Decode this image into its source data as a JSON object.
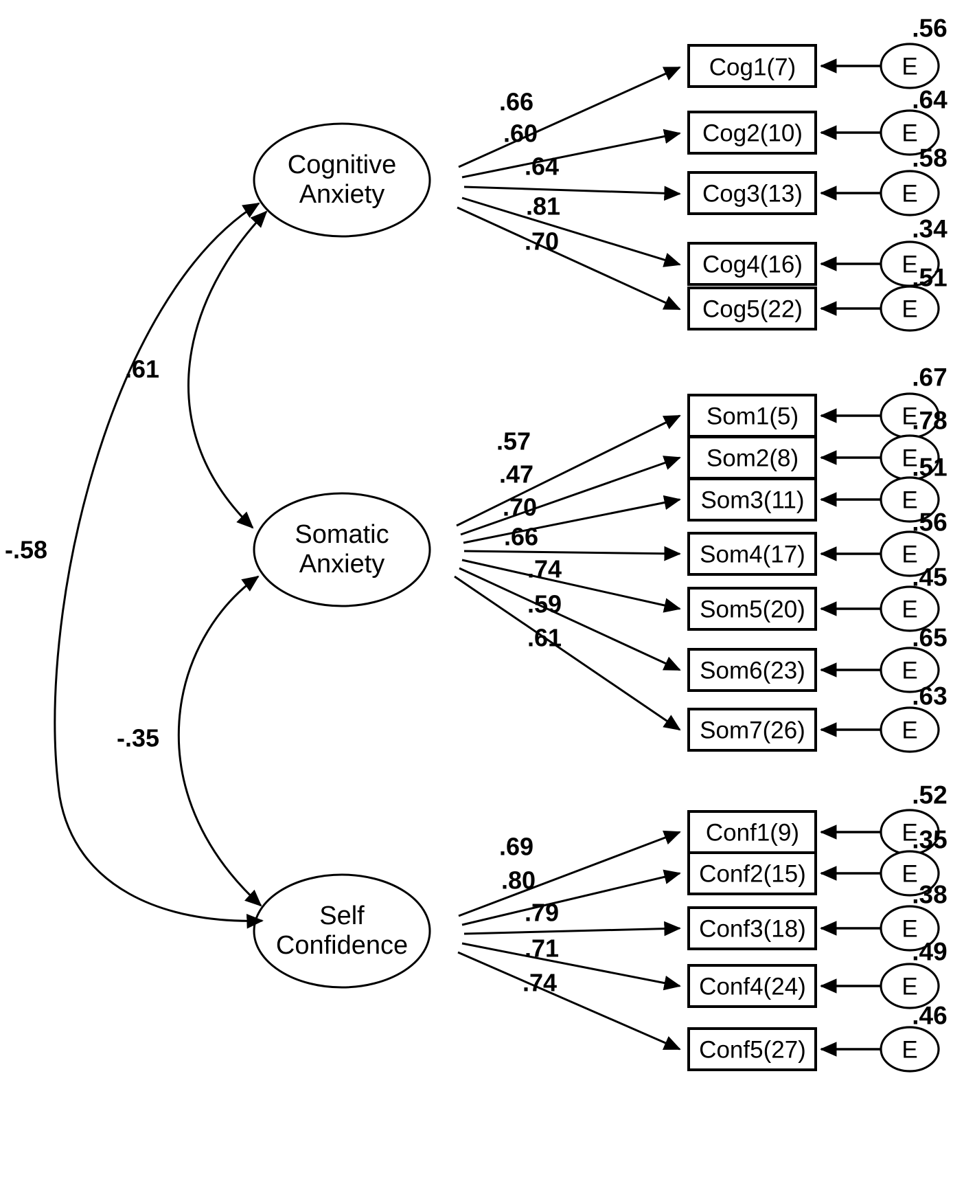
{
  "diagram": {
    "type": "structural-equation-model",
    "error_term_label": "E",
    "factors": [
      {
        "id": "cognitive",
        "label_line1": "Cognitive",
        "label_line2": "Anxiety",
        "indicators": [
          {
            "label": "Cog1(7)",
            "loading": ".66",
            "error": ".56"
          },
          {
            "label": "Cog2(10)",
            "loading": ".60",
            "error": ".64"
          },
          {
            "label": "Cog3(13)",
            "loading": ".64",
            "error": ".58"
          },
          {
            "label": "Cog4(16)",
            "loading": ".81",
            "error": ".34"
          },
          {
            "label": "Cog5(22)",
            "loading": ".70",
            "error": ".51"
          }
        ]
      },
      {
        "id": "somatic",
        "label_line1": "Somatic",
        "label_line2": "Anxiety",
        "indicators": [
          {
            "label": "Som1(5)",
            "loading": ".57",
            "error": ".67"
          },
          {
            "label": "Som2(8)",
            "loading": ".47",
            "error": ".78"
          },
          {
            "label": "Som3(11)",
            "loading": ".70",
            "error": ".51"
          },
          {
            "label": "Som4(17)",
            "loading": ".66",
            "error": ".56"
          },
          {
            "label": "Som5(20)",
            "loading": ".74",
            "error": ".45"
          },
          {
            "label": "Som6(23)",
            "loading": ".59",
            "error": ".65"
          },
          {
            "label": "Som7(26)",
            "loading": ".61",
            "error": ".63"
          }
        ]
      },
      {
        "id": "selfconfidence",
        "label_line1": "Self",
        "label_line2": "Confidence",
        "indicators": [
          {
            "label": "Conf1(9)",
            "loading": ".69",
            "error": ".52"
          },
          {
            "label": "Conf2(15)",
            "loading": ".80",
            "error": ".35"
          },
          {
            "label": "Conf3(18)",
            "loading": ".79",
            "error": ".38"
          },
          {
            "label": "Conf4(24)",
            "loading": ".71",
            "error": ".49"
          },
          {
            "label": "Conf5(27)",
            "loading": ".74",
            "error": ".46"
          }
        ]
      }
    ],
    "correlations": [
      {
        "id": "cog-som",
        "from": "cognitive",
        "to": "somatic",
        "value": ".61"
      },
      {
        "id": "cog-conf",
        "from": "cognitive",
        "to": "selfconfidence",
        "value": "-.58"
      },
      {
        "id": "som-conf",
        "from": "somatic",
        "to": "selfconfidence",
        "value": "-.35"
      }
    ],
    "colors": {
      "stroke": "#000000",
      "fill": "#ffffff"
    }
  }
}
